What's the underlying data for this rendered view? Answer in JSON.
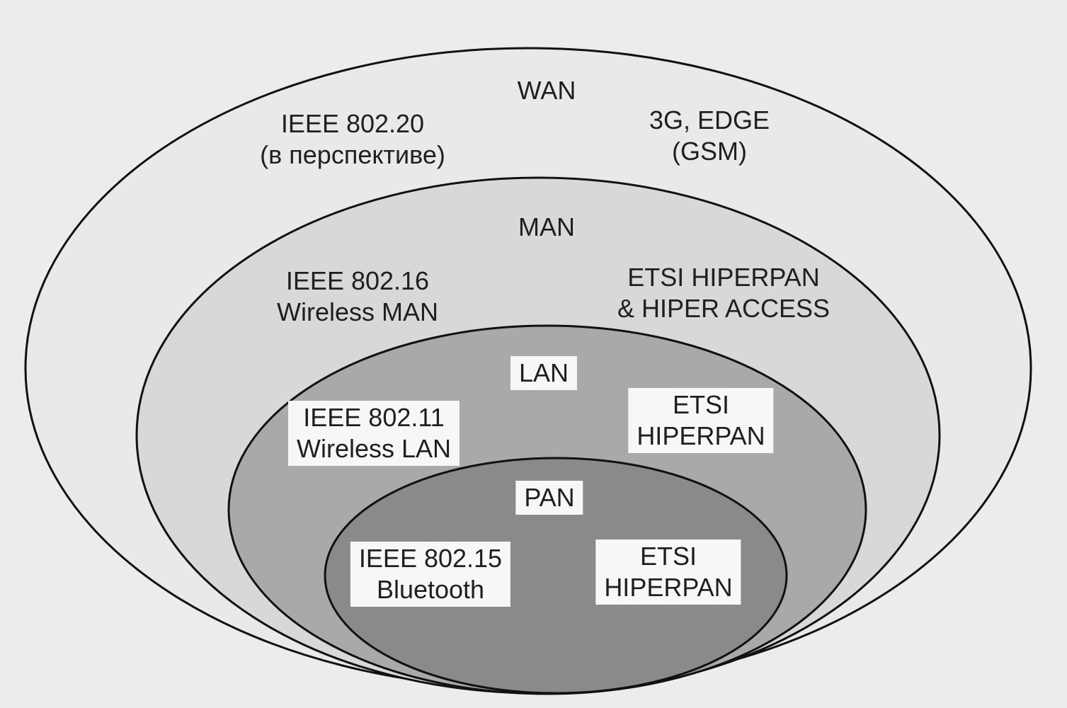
{
  "diagram": {
    "levels": [
      {
        "key": "wan",
        "name": "WAN",
        "left": [
          "IEEE 802.20",
          "(в перспективе)"
        ],
        "right": [
          "3G, EDGE",
          "(GSM)"
        ],
        "fill": "#e9e9e9"
      },
      {
        "key": "man",
        "name": "MAN",
        "left": [
          "IEEE 802.16",
          "Wireless MAN"
        ],
        "right": [
          "ETSI HIPERPAN",
          "& HIPER ACCESS"
        ],
        "fill": "#d8d8d8"
      },
      {
        "key": "lan",
        "name": "LAN",
        "left": [
          "IEEE 802.11",
          "Wireless LAN"
        ],
        "right": [
          "ETSI",
          "HIPERPAN"
        ],
        "fill": "#a9a9a9"
      },
      {
        "key": "pan",
        "name": "PAN",
        "left": [
          "IEEE 802.15",
          "Bluetooth"
        ],
        "right": [
          "ETSI",
          "HIPERPAN"
        ],
        "fill": "#8a8a8a"
      }
    ],
    "colors": {
      "outline": "#111111",
      "text": "#1f1f1f",
      "label_box": "#f7f7f7",
      "background": "#ececec"
    }
  }
}
